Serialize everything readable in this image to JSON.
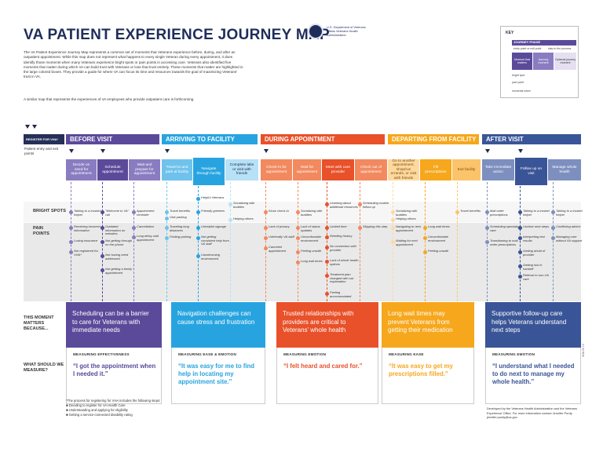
{
  "header": {
    "title": "VA PATIENT EXPERIENCE JOURNEY MAP",
    "intro": "The VA Patient Experience Journey Map represents a common set of moments that Veterans experience before, during, and after an outpatient appointment. While this map does not represent what happens to every single Veteran during every appointment, it does identify those moments when many Veterans experience bright spots or pain points in accessing care. Veterans also identified five moments that matter during which VA can build trust with Veterans or lose that trust entirely. These moments that matter are highlighted in the large colored boxes. They provide a guide for where VA can focus its time and resources towards the goal of maximizing Veterans' trust in VA.",
    "intro2": "A similar map that represents the experiences of VA employees who provide outpatient care is forthcoming.",
    "va_logo": "U.S. Department of Veterans Affairs Veterans Health Administration"
  },
  "key": {
    "title": "KEY",
    "journey_phase": "JOURNEY PHASE",
    "legend_a": "entry point or exit point",
    "legend_b": "step in the process",
    "box_moment": "Moment that matters",
    "box_journey": "Journey moment",
    "box_optional": "Optional journey moment",
    "bright": "bright spot",
    "pain": "pain point",
    "journey_pin": "moments when",
    "colors": {
      "purple": "#5b4a9a",
      "blue": "#27a4e0",
      "red": "#e8512a",
      "yellow": "#f6a71c",
      "navy": "#3a5597"
    }
  },
  "register": "REGISTER FOR VHA*",
  "entry_label": "Patient entry and exit points",
  "phases": [
    {
      "label": "BEFORE VISIT",
      "color": "#5b4a9a"
    },
    {
      "label": "ARRIVING TO FACILITY",
      "color": "#27a4e0"
    },
    {
      "label": "DURING APPOINTMENT",
      "color": "#e8512a"
    },
    {
      "label": "DEPARTING FROM FACILITY",
      "color": "#f6a71c"
    },
    {
      "label": "AFTER VISIT",
      "color": "#3a5597"
    }
  ],
  "steps": [
    "Decide on need for appointment",
    "Schedule appointment",
    "Wait and prepare for appointment",
    "Travel to and park at facility",
    "Navigate through facility",
    "Complete labs or visit with friends",
    "Check-in for appointment",
    "Wait for appointment",
    "Meet with care provider",
    "Check out of appointment",
    "Go to another appointment, shop/run errands, or visit with friends",
    "Fill prescriptions",
    "Exit facility",
    "Take immediate action",
    "Follow up on visit",
    "Manage whole health"
  ],
  "rows": {
    "bright": "BRIGHT SPOTS",
    "pain": "PAIN POINTS"
  },
  "bright_spots": [
    "Talking to a trusted helper",
    "\"Welcome to VA\" call",
    "Appointment reminder",
    "Travel benefits",
    "Helpful Veterans",
    "Socializing with buddies",
    "Kiosk check-in",
    "Socializing with buddies",
    "Learning about additional resources",
    "Scheduling routine follow up",
    "Socializing with buddies",
    "Travel benefits",
    "Mail order prescriptions",
    "Talking to a trusted helper",
    "Talking to a trusted helper",
    "Visit parking",
    "Friendly greeters",
    "Helping others",
    "Helping others"
  ],
  "pain_points": {
    "c1": [
      "Receiving incorrect information",
      "Losing insurance",
      "Not registered for VHA*"
    ],
    "c2": [
      "Outdated information on websites",
      "Not getting through on the phone",
      "Not having need addressed",
      "Not getting a timely appointment"
    ],
    "c3": [
      "Cancellation",
      "Long delay until appointment"
    ],
    "c4": [
      "Traveling long distances",
      "Finding parking"
    ],
    "c5": [
      "Unhelpful signage",
      "Not getting consistent help from VA staff",
      "Unwelcoming environment"
    ],
    "c7": [
      "Lack of privacy",
      "Unfriendly VA staff",
      "Canceled appointment"
    ],
    "c8": [
      "Lack of status updates",
      "Uncomfortable environment",
      "Feeling unsafe",
      "Long wait times"
    ],
    "c9": [
      "Limited time",
      "Retelling history",
      "No connection with provider",
      "Lack of whole health options",
      "Treatment plan changed with out explanation",
      "Feeling accommodated"
    ],
    "c10": [
      "Skipping this step"
    ],
    "c11": [
      "Navigating to next appointment",
      "Waiting for next appointment"
    ],
    "c12": [
      "Long wait times",
      "Uncomfortable environment",
      "Feeling unsafe"
    ],
    "c14": [
      "Scheduling specialty care",
      "Transitioning to mail order prescriptions"
    ],
    "c15": [
      "Unclear next steps",
      "Interpreting test results",
      "Getting ahold of provider",
      "Getting lost in handoff",
      "Referral to non-VA care"
    ],
    "c16": [
      "Conflicting advice",
      "Managing care without VA support"
    ]
  },
  "moments_label": "THIS MOMENT MATTERS BECAUSE...",
  "measure_label": "WHAT SHOULD WE MEASURE?",
  "moments": [
    {
      "text": "Scheduling can be a barrier to care for Veterans with immediate needs",
      "measure": "MEASURING EFFECTIVENESS",
      "quote": "“I got the appointment when I needed it.”"
    },
    {
      "text": "Navigation challenges can cause stress and frustration",
      "measure": "MEASURING EASE & EMOTION",
      "quote": "“It was easy for me to find help in locating my appointment site.”"
    },
    {
      "text": "Trusted relationships with providers are critical to Veterans’ whole health",
      "measure": "MEASURING EMOTION",
      "quote": "“I felt heard and cared for.”"
    },
    {
      "text": "Long wait times may prevent Veterans from getting their medication",
      "measure": "MEASURING EASE",
      "quote": "“It was easy to get my prescriptions filled.”"
    },
    {
      "text": "Supportive follow-up care helps Veterans understand next steps",
      "measure": "MEASURING EMOTION",
      "quote": "“I understand what I needed to do next to manage my whole health.”"
    }
  ],
  "footnote": {
    "head": "*The process for registering for VHA includes the following steps:",
    "items": [
      "Deciding to register for VA Health Care",
      "Understanding and applying for eligibility",
      "Getting a service-connected disability rating"
    ]
  },
  "devnote": "Developed by the Veterans Health Administration and the Veterans Experience Office. For more information contact Jennifer Purdy jennifer.purdy@va.gov",
  "code": "VHA 05.19"
}
